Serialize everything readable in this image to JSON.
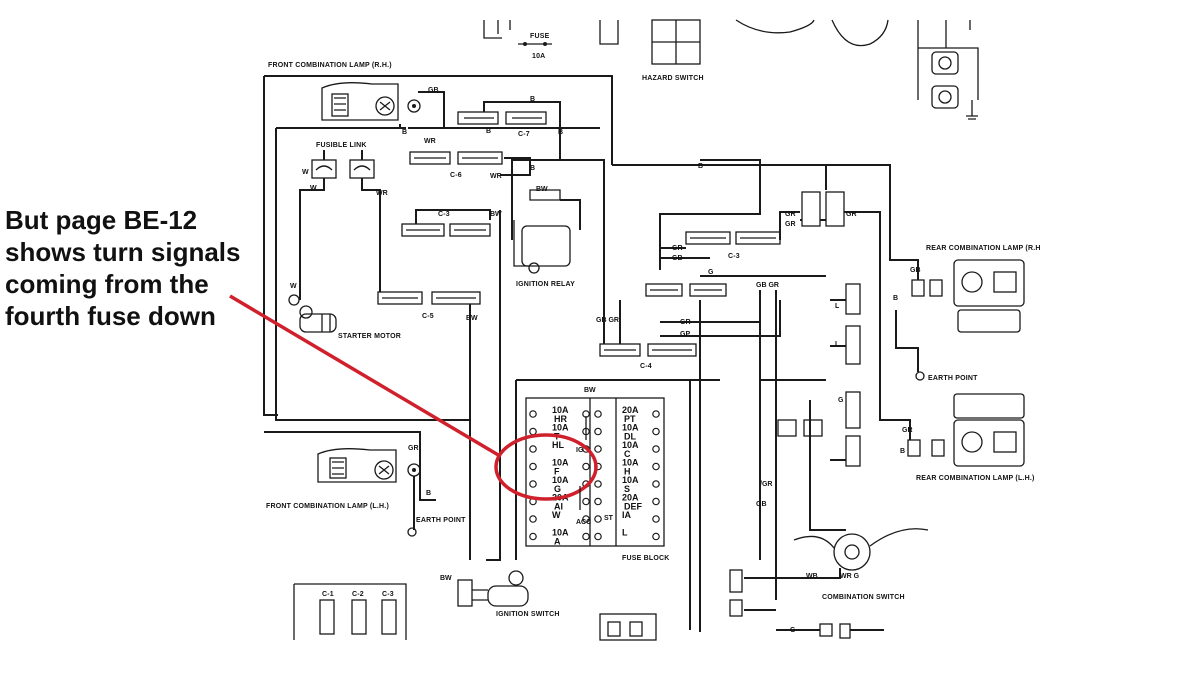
{
  "annotation": {
    "lines": [
      "But page BE-12",
      "shows turn signals",
      "coming from the",
      "fourth fuse down"
    ],
    "color": "#d0202c"
  },
  "labels": {
    "front_lamp_rh": "FRONT COMBINATION LAMP (R.H.)",
    "front_lamp_lh": "FRONT COMBINATION LAMP (L.H.)",
    "fusible_link": "FUSIBLE LINK",
    "starter_motor": "STARTER MOTOR",
    "ignition_relay": "IGNITION RELAY",
    "ignition_switch": "IGNITION SWITCH",
    "hazard_switch": "HAZARD SWITCH",
    "fuse_top": "FUSE",
    "fuse_top_rating": "10A",
    "fuse_block": "FUSE BLOCK",
    "rear_lamp_rh": "REAR COMBINATION LAMP (R.H",
    "rear_lamp_lh": "REAR COMBINATION LAMP (L.H.)",
    "earth_point_left": "EARTH POINT",
    "earth_point_right": "EARTH POINT",
    "combination_switch": "COMBINATION SWITCH",
    "c7": "C-7",
    "c6": "C-6",
    "c3": "C-3",
    "c5": "C-5",
    "c4": "C-4",
    "c3b": "C-3",
    "c1_bottom": "C-1",
    "c2_bottom": "C-2",
    "c3_bottom": "C-3"
  },
  "wire_codes": {
    "gb1": "GB",
    "b1": "B",
    "b2": "B",
    "b3": "B",
    "wr1": "WR",
    "wr2": "WR",
    "wr3": "WR",
    "w1": "W",
    "w2": "W",
    "w3": "W",
    "bw1": "BW",
    "bw2": "BW",
    "bw3": "BW",
    "bw4": "BW",
    "gr1": "GR",
    "gr2": "GR",
    "gb2": "GB",
    "g1": "G",
    "gbgr1": "GB GR",
    "gbgr2": "GB GR",
    "gr3": "GR",
    "gp": "GP",
    "l1": "L",
    "l2": "L",
    "gr4": "GR",
    "g2": "G",
    "gb3": "GB",
    "b4": "B",
    "gb4": "GB",
    "b5": "B",
    "gr5": "GR",
    "b6": "B",
    "gr6": "GR",
    "gb5": "GB",
    "wb": "WB",
    "wrg": "WR G",
    "g3": "G",
    "b7": "B",
    "gr_vert": "/GR",
    "gb_vert": "GB",
    "ig": "IG",
    "acc": "ACC",
    "st": "ST",
    "b_top": "B",
    "gr_left1": "GR",
    "gb_left1": "GB"
  },
  "fuses_left": [
    {
      "rating": "10A",
      "name": "HR"
    },
    {
      "rating": "10A",
      "name": "T"
    },
    {
      "rating": "HL",
      "name": ""
    },
    {
      "rating": "10A",
      "name": "F"
    },
    {
      "rating": "10A",
      "name": "G"
    },
    {
      "rating": "20A",
      "name": "AI"
    },
    {
      "rating": "W",
      "name": ""
    },
    {
      "rating": "10A",
      "name": "A"
    }
  ],
  "fuses_right": [
    {
      "rating": "20A",
      "name": "PT"
    },
    {
      "rating": "10A",
      "name": "DL"
    },
    {
      "rating": "10A",
      "name": "C"
    },
    {
      "rating": "10A",
      "name": "H"
    },
    {
      "rating": "10A",
      "name": "S"
    },
    {
      "rating": "20A",
      "name": "DEF"
    },
    {
      "rating": "IA",
      "name": ""
    },
    {
      "rating": "L",
      "name": ""
    }
  ]
}
